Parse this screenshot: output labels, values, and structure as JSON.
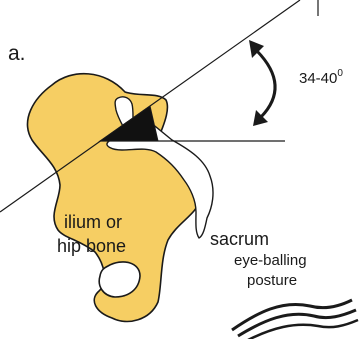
{
  "panel_label": "a.",
  "angle_label": "34-40",
  "angle_unit": "0",
  "ilium_label_line1": "ilium or",
  "ilium_label_line2": "hip bone",
  "sacrum_label": "sacrum",
  "posture_label_line1": "eye-balling",
  "posture_label_line2": "posture",
  "colors": {
    "bone_fill": "#f6ce63",
    "sacrum_fill": "#ffffff",
    "outline": "#1a1a1a",
    "wedge": "#111111"
  }
}
